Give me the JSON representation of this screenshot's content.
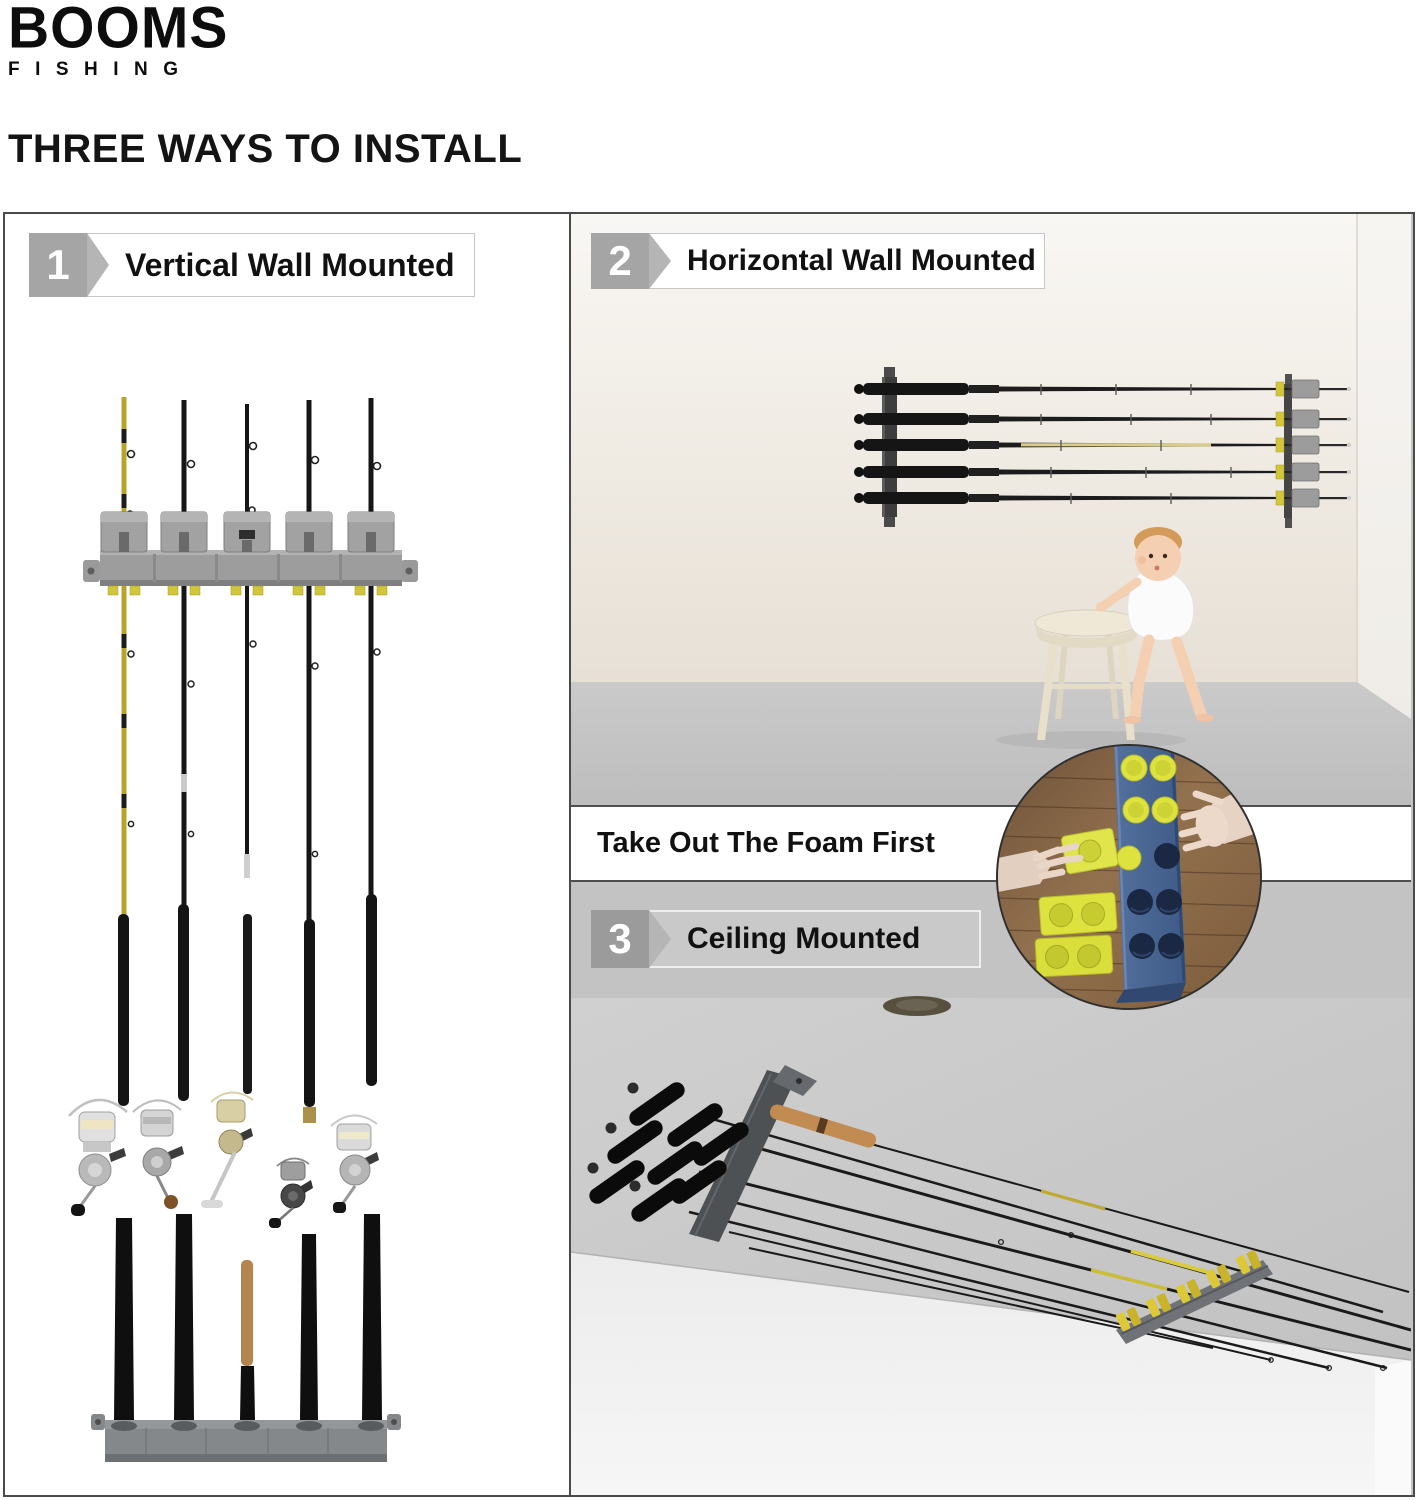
{
  "brand": {
    "name": "BOOMS",
    "subtitle": "FISHING"
  },
  "page_title": "THREE WAYS TO INSTALL",
  "steps": [
    {
      "number": "1",
      "label": "Vertical Wall Mounted"
    },
    {
      "number": "2",
      "label": "Horizontal Wall Mounted"
    },
    {
      "number": "3",
      "label": "Ceiling Mounted"
    }
  ],
  "note": {
    "text": "Take Out The Foam First"
  },
  "colors": {
    "foam_yellow": "#dde23f",
    "rack_blue": "#46618e",
    "rack_gray": "#9d9d9d",
    "wall_cream": "#e9e2d8",
    "floor_gray": "#c2c2c2",
    "section_gray": "#c3c3c3",
    "cork_tan": "#c28b52"
  }
}
